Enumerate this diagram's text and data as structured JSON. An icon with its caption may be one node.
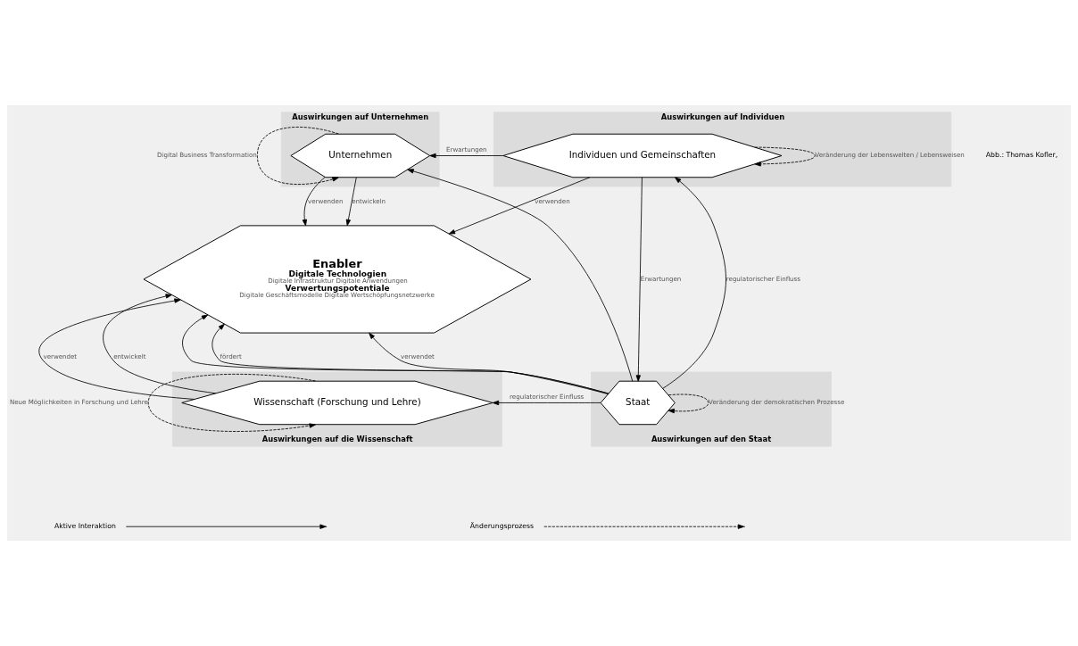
{
  "diagram": {
    "nodes": [
      {
        "text": [
          "Auswirkungen auf Unternehmen"
        ]
      },
      {
        "text": [
          "Unternehmen"
        ],
        "in": 0
      },
      {
        "text": [
          "Auswirkungen auf Individuen"
        ]
      },
      {
        "text": [
          "Individuen und Gemeinschaften"
        ],
        "in": 2
      },
      {
        "text": [
          "Auswirkungen auf die Wissenschaft"
        ]
      },
      {
        "text": [
          "Wissenschaft (Forschung und Lehre)"
        ],
        "in": 4
      },
      {
        "text": [
          "Auswirkungen auf den Staat"
        ]
      },
      {
        "text": [
          "Staat"
        ],
        "in": 6
      },
      {
        "text": [
          "Enabler",
          "Digitale Technologien",
          "Digitale Infrastruktur Digitale Anwendungen",
          "Verwertungspotentiale",
          "Digitale Geschäftsmodelle Digitale Wertschöpfungsnetzwerke"
        ]
      }
    ],
    "edges": [
      {
        "from": 3,
        "to": 1,
        "arrow": "to",
        "label": "Erwartungen"
      },
      {
        "from": 1,
        "to": 8,
        "arrow": "to",
        "label": "verwenden"
      },
      {
        "from": 1,
        "to": 8,
        "arrow": "to",
        "label": "entwickeln"
      },
      {
        "from": 3,
        "to": 8,
        "arrow": "to",
        "label": "verwenden"
      },
      {
        "from": 1,
        "to": 1,
        "arrow": "to",
        "style": "dashed",
        "label": "Digital Business Transformation"
      },
      {
        "from": 3,
        "to": 3,
        "arrow": "to",
        "style": "dashed",
        "label": "Veränderung der Lebenswelten / Lebensweisen"
      },
      {
        "from": 7,
        "to": 3,
        "arrow": "to",
        "label": "regulatorischer Einfluss"
      },
      {
        "from": 3,
        "to": 7,
        "arrow": "to",
        "label": "Erwartungen"
      },
      {
        "from": 5,
        "to": 8,
        "arrow": "to",
        "label": "verwendet"
      },
      {
        "from": 5,
        "to": 8,
        "arrow": "to",
        "label": "entwickelt"
      },
      {
        "from": 7,
        "to": 8,
        "arrow": "to"
      },
      {
        "from": 7,
        "to": 8,
        "arrow": "to",
        "label": "fördert"
      },
      {
        "from": 7,
        "to": 8,
        "arrow": "to",
        "label": "verwendet"
      },
      {
        "from": 5,
        "to": 5,
        "arrow": "to",
        "style": "dashed",
        "label": "Neue Möglichkeiten in Forschung und Lehre"
      },
      {
        "from": 7,
        "to": 7,
        "arrow": "to",
        "style": "dashed",
        "label": "Veränderung der demokratischen Prozesse"
      },
      {
        "from": 7,
        "to": 1,
        "arrow": "to"
      },
      {
        "from": 7,
        "to": 5,
        "arrow": "to",
        "label": "regulatorischer Einfluss"
      }
    ],
    "labels": [
      "Abb.: Thomas Kofler,"
    ],
    "legend": [
      {
        "text": "Aktive Interaktion"
      },
      {
        "text": "Änderungsprozess"
      }
    ]
  }
}
